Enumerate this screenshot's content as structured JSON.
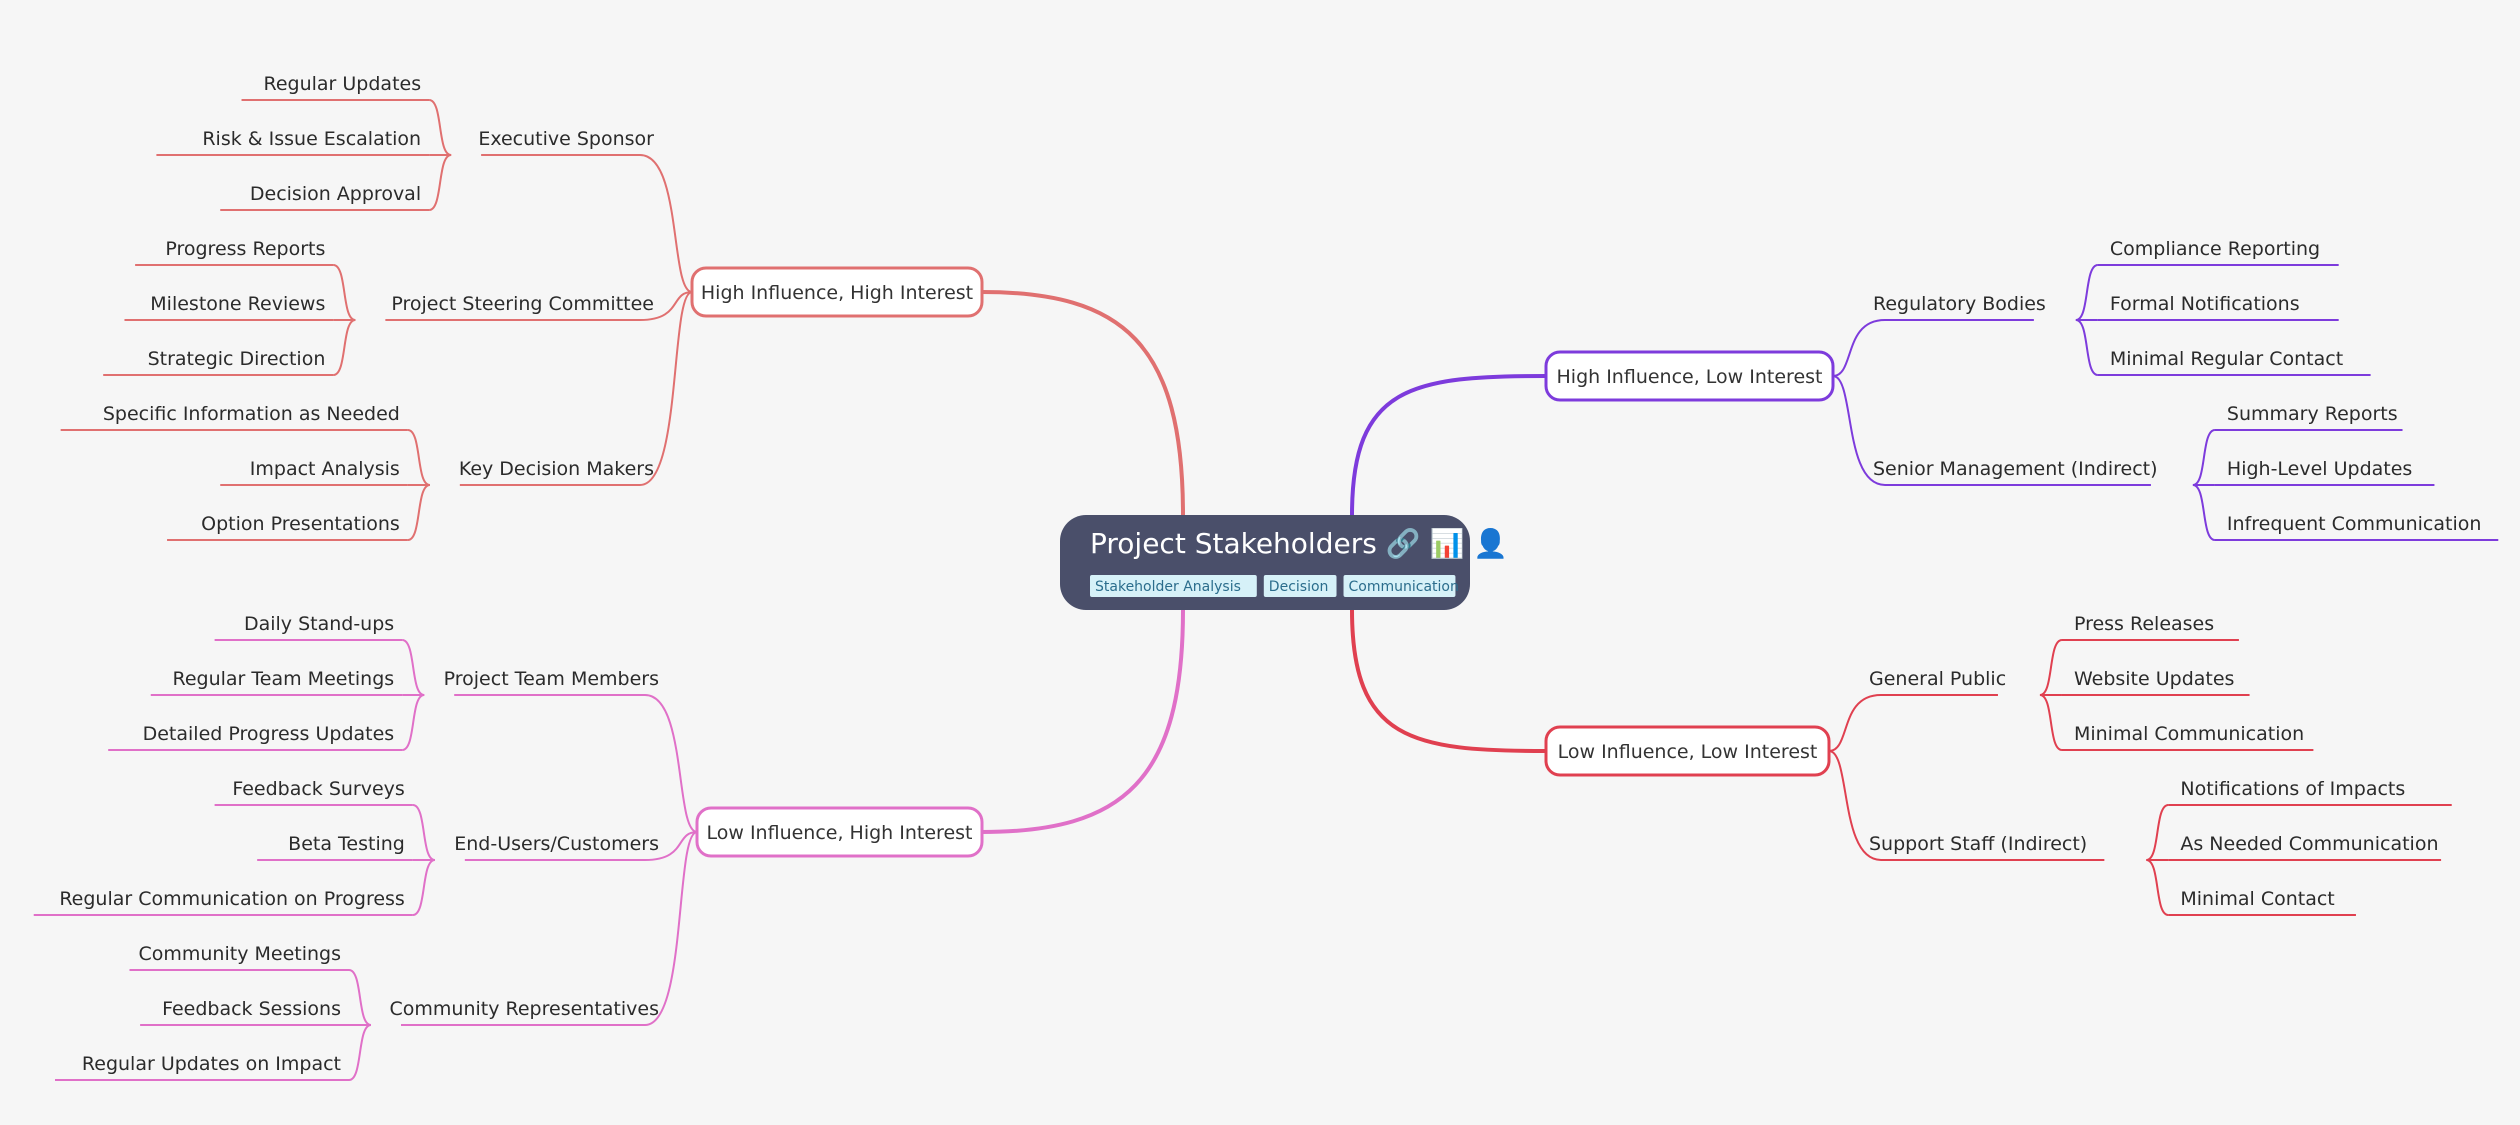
{
  "mindmap": {
    "center": {
      "title": "Project Stakeholders 🔗 📊 👤",
      "tags": [
        "Stakeholder Analysis",
        "Decision",
        "Communication"
      ],
      "background": "#4a4f6a"
    },
    "branches": [
      {
        "label": "High Influence, High Interest",
        "color": "#e07070",
        "children": [
          {
            "label": "Executive Sponsor",
            "children": [
              "Regular Updates",
              "Risk & Issue Escalation",
              "Decision Approval"
            ]
          },
          {
            "label": "Project Steering Committee",
            "children": [
              "Progress Reports",
              "Milestone Reviews",
              "Strategic Direction"
            ]
          },
          {
            "label": "Key Decision Makers",
            "children": [
              "Specific Information as Needed",
              "Impact Analysis",
              "Option Presentations"
            ]
          }
        ]
      },
      {
        "label": "Low Influence, High Interest",
        "color": "#e070c8",
        "children": [
          {
            "label": "Project Team Members",
            "children": [
              "Daily Stand-ups",
              "Regular Team Meetings",
              "Detailed Progress Updates"
            ]
          },
          {
            "label": "End-Users/Customers",
            "children": [
              "Feedback Surveys",
              "Beta Testing",
              "Regular Communication on Progress"
            ]
          },
          {
            "label": "Community Representatives",
            "children": [
              "Community Meetings",
              "Feedback Sessions",
              "Regular Updates on Impact"
            ]
          }
        ]
      },
      {
        "label": "High Influence, Low Interest",
        "color": "#7d3bdc",
        "children": [
          {
            "label": "Regulatory Bodies",
            "children": [
              "Compliance Reporting",
              "Formal Notifications",
              "Minimal Regular Contact"
            ]
          },
          {
            "label": "Senior Management (Indirect)",
            "children": [
              "Summary Reports",
              "High-Level Updates",
              "Infrequent Communication"
            ]
          }
        ]
      },
      {
        "label": "Low Influence, Low Interest",
        "color": "#e04050",
        "children": [
          {
            "label": "General Public",
            "children": [
              "Press Releases",
              "Website Updates",
              "Minimal Communication"
            ]
          },
          {
            "label": "Support Staff (Indirect)",
            "children": [
              "Notifications of Impacts",
              "As Needed Communication",
              "Minimal Contact"
            ]
          }
        ]
      }
    ]
  }
}
